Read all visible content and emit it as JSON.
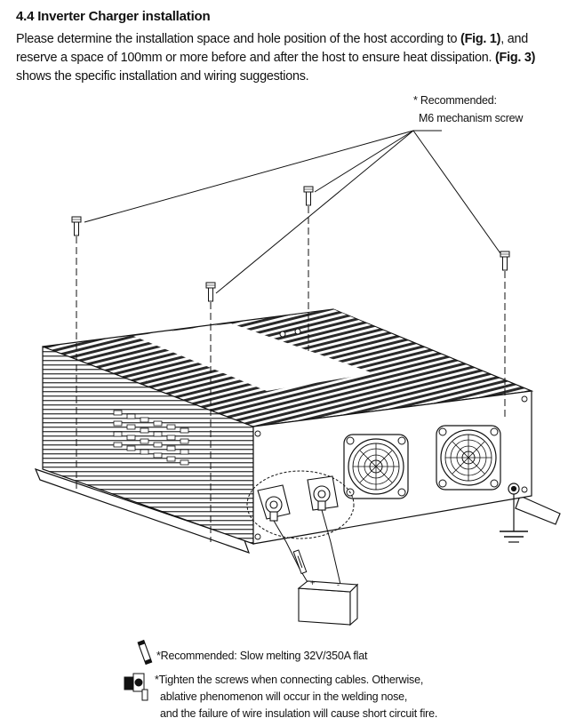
{
  "section": {
    "heading": "4.4 Inverter Charger installation",
    "para_text1": "Please determine the installation space and hole position of the host according to ",
    "fig1_ref": "(Fig. 1)",
    "para_text2": ", and reserve a space of 100mm or more before and after the host to ensure heat dissipation. ",
    "fig3_ref": "(Fig. 3)",
    "para_text3": " shows the specific installation and wiring suggestions."
  },
  "figure": {
    "callout_line1": "* Recommended:",
    "callout_line2": "M6 mechanism screw"
  },
  "notes": {
    "fuse_note": "*Recommended: Slow melting 32V/350A flat",
    "tighten_line1": "*Tighten the screws when connecting cables. Otherwise,",
    "tighten_line2": "ablative phenomenon will occur in the welding nose,",
    "tighten_line3": "and the failure of wire insulation will cause short circuit fire."
  },
  "icons": {
    "screw": "screw-icon",
    "fuse": "fuse-icon",
    "terminal": "terminal-icon",
    "ground": "ground-icon",
    "battery": "battery-icon",
    "fan": "fan-icon"
  }
}
